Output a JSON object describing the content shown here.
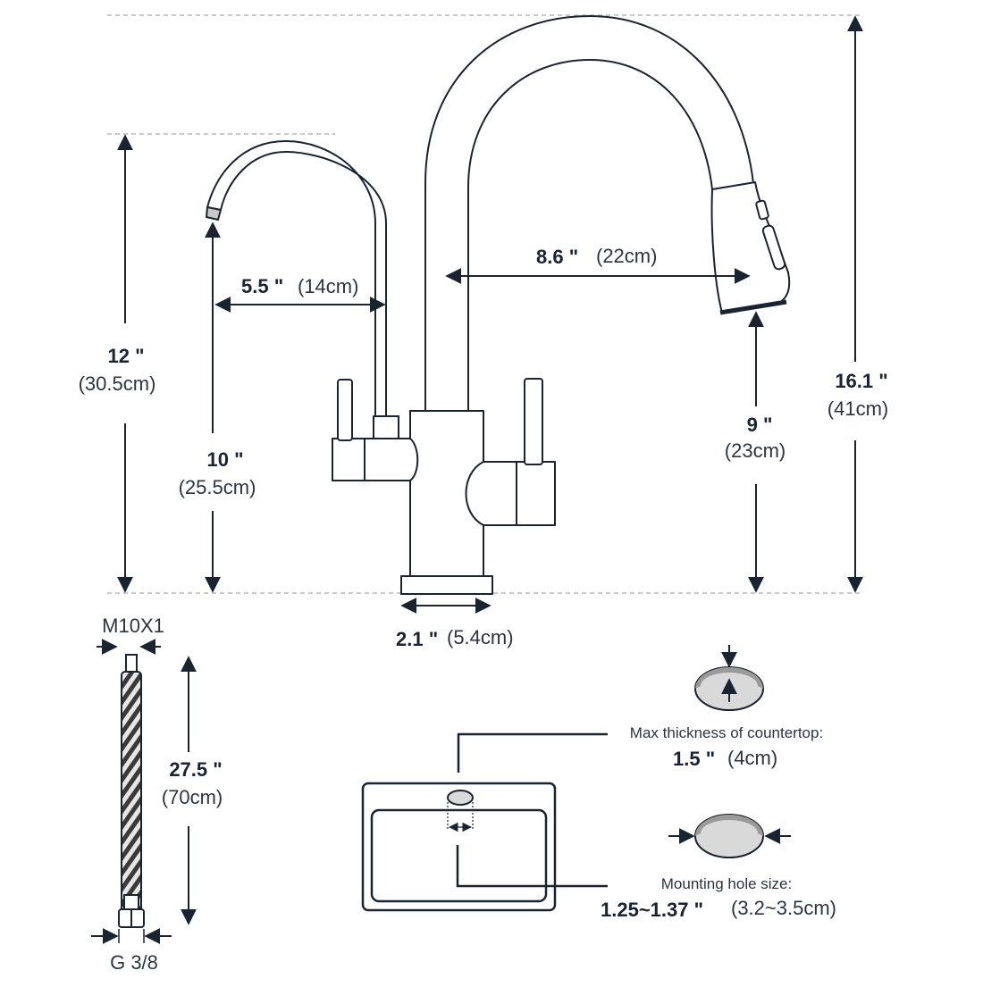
{
  "dimensions": {
    "small_spout_height": {
      "value": "12 \"",
      "metric": "(30.5cm)"
    },
    "small_spout_outlet_height": {
      "value": "10 \"",
      "metric": "(25.5cm)"
    },
    "small_spout_reach": {
      "value": "5.5 \"",
      "metric": "(14cm)"
    },
    "main_spout_reach": {
      "value": "8.6 \"",
      "metric": "(22cm)"
    },
    "main_spout_outlet_height": {
      "value": "9 \"",
      "metric": "(23cm)"
    },
    "total_height": {
      "value": "16.1 \"",
      "metric": "(41cm)"
    },
    "base_width": {
      "value": "2.1 \"",
      "metric": "(5.4cm)"
    }
  },
  "hose": {
    "top_thread": "M10X1",
    "bottom_thread": "G 3/8",
    "length": {
      "value": "27.5 \"",
      "metric": "(70cm)"
    }
  },
  "countertop": {
    "label": "Max thickness of countertop:",
    "value": "1.5 \"",
    "metric": "(4cm)"
  },
  "mounting_hole": {
    "label": "Mounting hole size:",
    "value": "1.25~1.37 \"",
    "metric": "(3.2~3.5cm)"
  },
  "colors": {
    "line": "#1a2330",
    "guide": "#b8b8b8",
    "disc_top": "#9a9a9a",
    "disc_face": "#d9d9d9"
  }
}
